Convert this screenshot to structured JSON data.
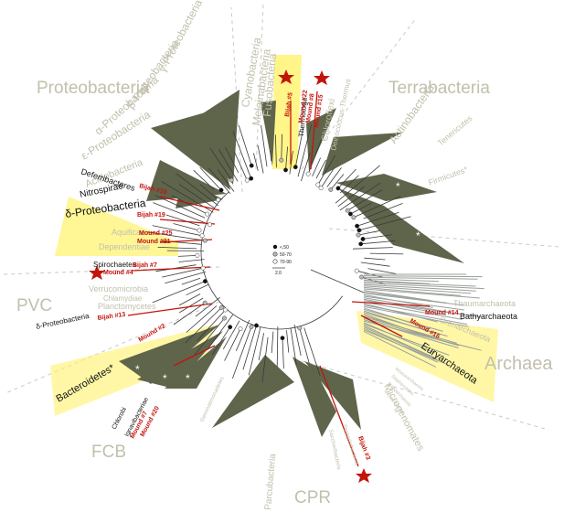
{
  "diagram": {
    "groups": {
      "proteobacteria": "Proteobacteria",
      "terrabacteria": "Terrabacteria",
      "pvc": "PVC",
      "fcb": "FCB",
      "cpr": "CPR",
      "archaea": "Archaea"
    },
    "taxa": {
      "gamma": "γ-Proteobacteria",
      "beta": "β-Proteobacteria",
      "alpha": "α-Proteobacteria",
      "epsilon": "ε-Proteobacteria",
      "cyanobacteria": "Cyanobacteria",
      "melainabacteria": "Melainabacteria",
      "fusobacteria": "Fusobacteria",
      "thermotoga": "Thermotoga",
      "deinococcus": "Deinococcus-Thermus",
      "chloroflexi": "Chloroflexi",
      "actinobacteria": "Actinobacteria",
      "tenericutes": "Tenericutes",
      "firmicutes": "Firmicutes*",
      "acidobacteria": "Acidobacteria",
      "deferribacteres": "Deferribacteres",
      "nitrospirae": "Nitrospirae",
      "delta": "δ-Proteobacteria",
      "aquificae": "Aquificae",
      "dependentiae": "Dependentiae",
      "spirochaetes": "Spirochaetes",
      "verrucomicrobia": "Verrucomicrobia",
      "chlamydiae": "Chlamydiae",
      "planctomycetes": "Planctomycetes",
      "delta2": "δ-Proteobacteria",
      "bacteroidetes": "Bacteroidetes*",
      "chlorobi": "Chlorobi",
      "ignavibacteriae": "Ignavibacteriae",
      "gemmatimonadetes": "Gemmatimonadetes",
      "parcubacteria": "Parcubacteria",
      "microgenomates": "Microgenomates",
      "saccharibacteria": "Saccharibacteria",
      "peregrinibacteria": "Peregrinibacteria",
      "thaumarchaeota": "Thaumarchaeota",
      "bathyarchaeota": "Bathyarchaeota",
      "crenarchaeota": "Crenarchaeota",
      "euryarchaeota": "Euryarchaeota",
      "woesearchaeota": "Woesearchaeota",
      "diapherotrites": "Diapherotrites",
      "nanoarchaeota": "Nanoarchaeota",
      "micrarchaeota": "Micrarchaeota"
    },
    "samples": {
      "bijah5": "Bijah #5",
      "mound22": "Mound #22",
      "mound8": "Mound #8",
      "mound15": "Mound #15",
      "bijah10": "Bijah #10",
      "bijah19": "Bijah #19",
      "mound25": "Mound #25",
      "mound21": "Mound #21",
      "bijah7": "Bijah #7",
      "mound4": "Mound #4",
      "bijah13": "Bijah #13",
      "mound2": "Mound #2",
      "mound7": "Mound #7",
      "mound20": "Mound #20",
      "mound14": "Mound #14",
      "mound16": "Mound #16",
      "bijah3": "Bijah #3"
    },
    "legend": {
      "items": [
        "<.50",
        "50-70",
        "70-90"
      ],
      "scale": "2.0"
    },
    "colors": {
      "clade_fill": "#5e654b",
      "highlight": "#fff26a",
      "sample_line": "#c3140c",
      "label_grey": "#c2c0ac",
      "branch": "#3a3a3a"
    }
  }
}
